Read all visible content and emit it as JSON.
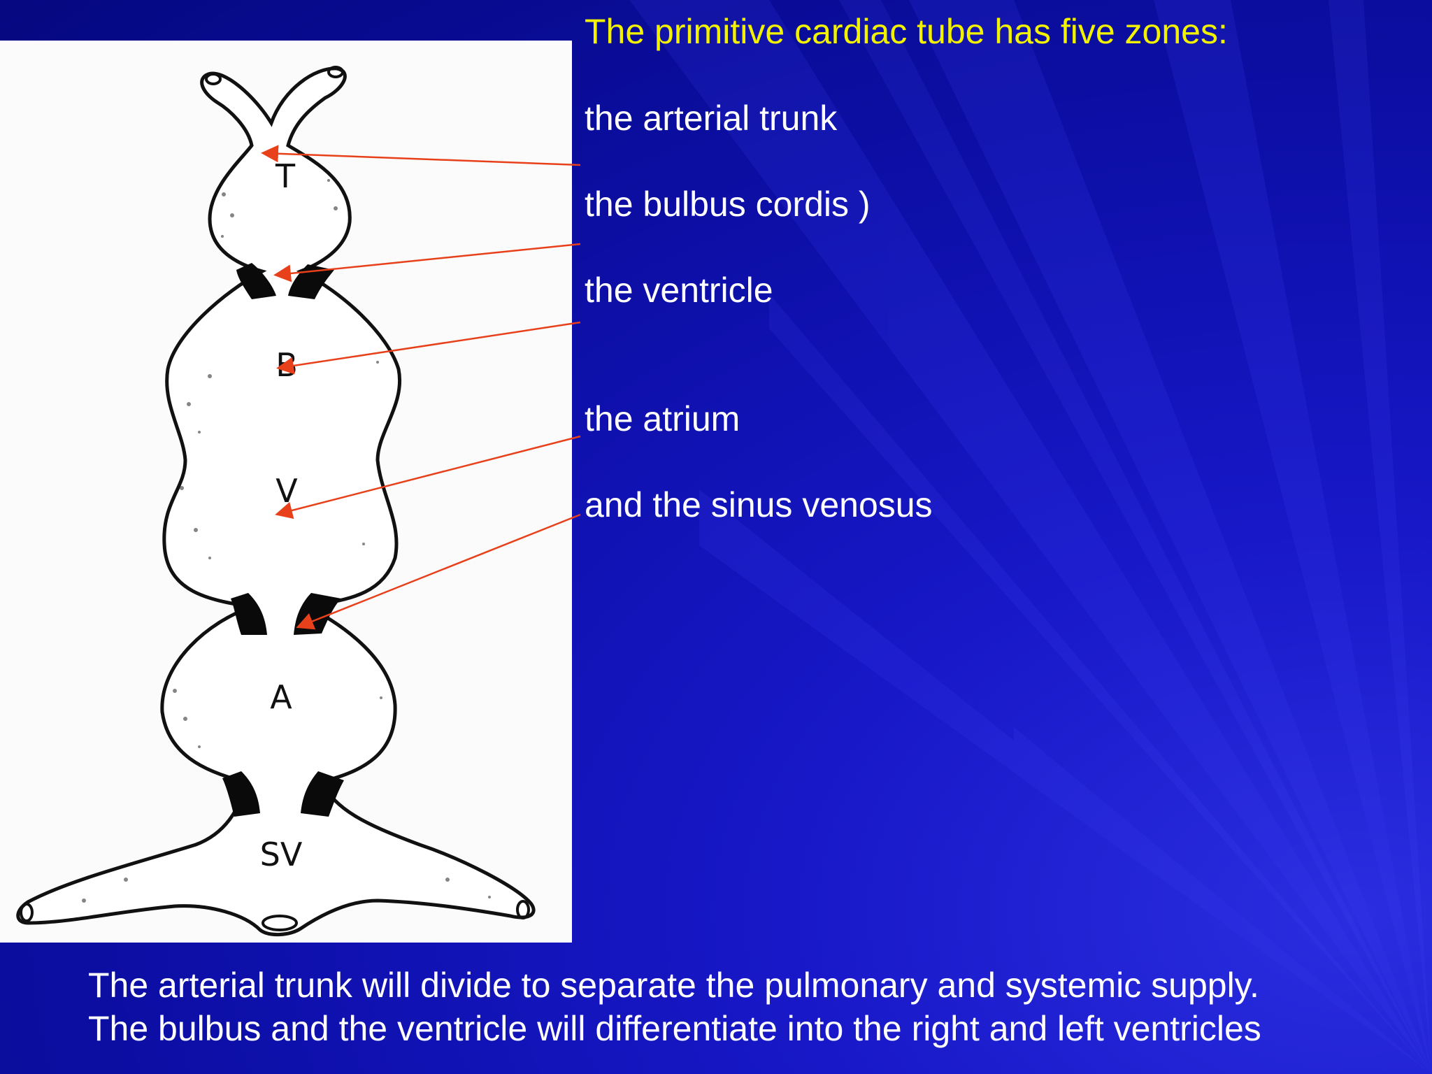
{
  "title": "The primitive cardiac tube has five zones:",
  "zones": [
    {
      "label": "the arterial trunk"
    },
    {
      "label": "the bulbus cordis )"
    },
    {
      "label": "the ventricle"
    },
    {
      "label": "the atrium"
    },
    {
      "label": "and the sinus venosus"
    }
  ],
  "figure_letters": {
    "t": "T",
    "b": "B",
    "v": "V",
    "a": "A",
    "sv": "SV"
  },
  "footer": {
    "line1": "The arterial trunk will divide to separate the pulmonary and systemic supply.",
    "line2": "The bulbus and the ventricle will differentiate into the right and left ventricles"
  },
  "colors": {
    "title": "#f2f200",
    "text": "#ffffff",
    "arrow": "#e8401a",
    "background": "#1414c0",
    "panel": "#fbfbfb"
  }
}
